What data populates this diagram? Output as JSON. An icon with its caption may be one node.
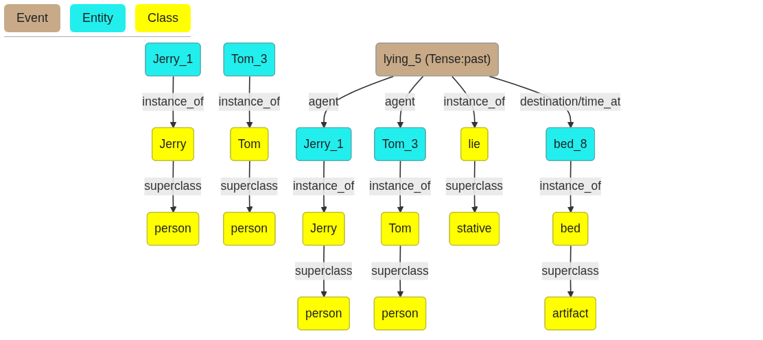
{
  "diagram": {
    "nodes": [
      {
        "text": [
          "Jerry_1"
        ]
      },
      {
        "text": [
          "Tom_3"
        ]
      },
      {
        "text": [
          "Jerry"
        ]
      },
      {
        "text": [
          "Tom"
        ]
      },
      {
        "text": [
          "person"
        ]
      },
      {
        "text": [
          "person"
        ]
      },
      {
        "text": [
          "lying_5 (Tense:past)"
        ]
      },
      {
        "text": [
          "Jerry_1"
        ]
      },
      {
        "text": [
          "Tom_3"
        ]
      },
      {
        "text": [
          "lie"
        ]
      },
      {
        "text": [
          "bed_8"
        ]
      },
      {
        "text": [
          "Jerry"
        ]
      },
      {
        "text": [
          "Tom"
        ]
      },
      {
        "text": [
          "stative"
        ]
      },
      {
        "text": [
          "bed"
        ]
      },
      {
        "text": [
          "person"
        ]
      },
      {
        "text": [
          "person"
        ]
      },
      {
        "text": [
          "artifact"
        ]
      }
    ],
    "edges": [
      {
        "from": 0,
        "to": 2,
        "arrow": "to",
        "label": "instance_of"
      },
      {
        "from": 2,
        "to": 4,
        "arrow": "to",
        "label": "superclass"
      },
      {
        "from": 1,
        "to": 3,
        "arrow": "to",
        "label": "instance_of"
      },
      {
        "from": 3,
        "to": 5,
        "arrow": "to",
        "label": "superclass"
      },
      {
        "from": 6,
        "to": 7,
        "arrow": "to",
        "label": "agent"
      },
      {
        "from": 6,
        "to": 8,
        "arrow": "to",
        "label": "agent"
      },
      {
        "from": 6,
        "to": 9,
        "arrow": "to",
        "label": "instance_of"
      },
      {
        "from": 6,
        "to": 10,
        "arrow": "to",
        "label": "destination/time_at"
      },
      {
        "from": 7,
        "to": 11,
        "arrow": "to",
        "label": "instance_of"
      },
      {
        "from": 8,
        "to": 12,
        "arrow": "to",
        "label": "instance_of"
      },
      {
        "from": 9,
        "to": 13,
        "arrow": "to",
        "label": "superclass"
      },
      {
        "from": 10,
        "to": 14,
        "arrow": "to",
        "label": "instance_of"
      },
      {
        "from": 11,
        "to": 15,
        "arrow": "to",
        "label": "superclass"
      },
      {
        "from": 12,
        "to": 16,
        "arrow": "to",
        "label": "superclass"
      },
      {
        "from": 14,
        "to": 17,
        "arrow": "to",
        "label": "superclass"
      }
    ],
    "legend": [
      {
        "text": "Event",
        "color": "#c8aa88"
      },
      {
        "text": "Entity",
        "color": "#22eeee"
      },
      {
        "text": "Class",
        "color": "#ffff00"
      }
    ]
  }
}
